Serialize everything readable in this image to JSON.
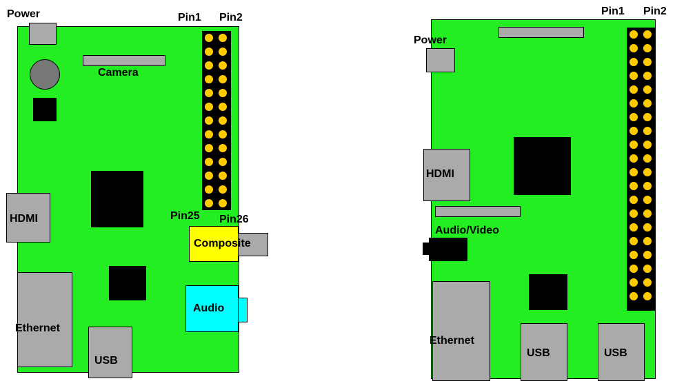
{
  "left": {
    "labels": {
      "power": "Power",
      "camera": "Camera",
      "pin1": "Pin1",
      "pin2": "Pin2",
      "pin25": "Pin25",
      "pin26": "Pin26",
      "hdmi": "HDMI",
      "composite": "Composite",
      "audio": "Audio",
      "ethernet": "Ethernet",
      "usb": "USB"
    },
    "header": {
      "rows": 13,
      "cols": 2
    }
  },
  "right": {
    "labels": {
      "power": "Power",
      "pin1": "Pin1",
      "pin2": "Pin2",
      "hdmi": "HDMI",
      "audio_video": "Audio/Video",
      "ethernet": "Ethernet",
      "usb_1": "USB",
      "usb_2": "USB"
    },
    "header": {
      "rows": 20,
      "cols": 2
    }
  },
  "colors": {
    "board": "#22ee22",
    "connector": "#aaaaaa",
    "composite": "#ffff00",
    "audio": "#00ffff",
    "pin": "#ffcc00",
    "chip": "#000000"
  }
}
